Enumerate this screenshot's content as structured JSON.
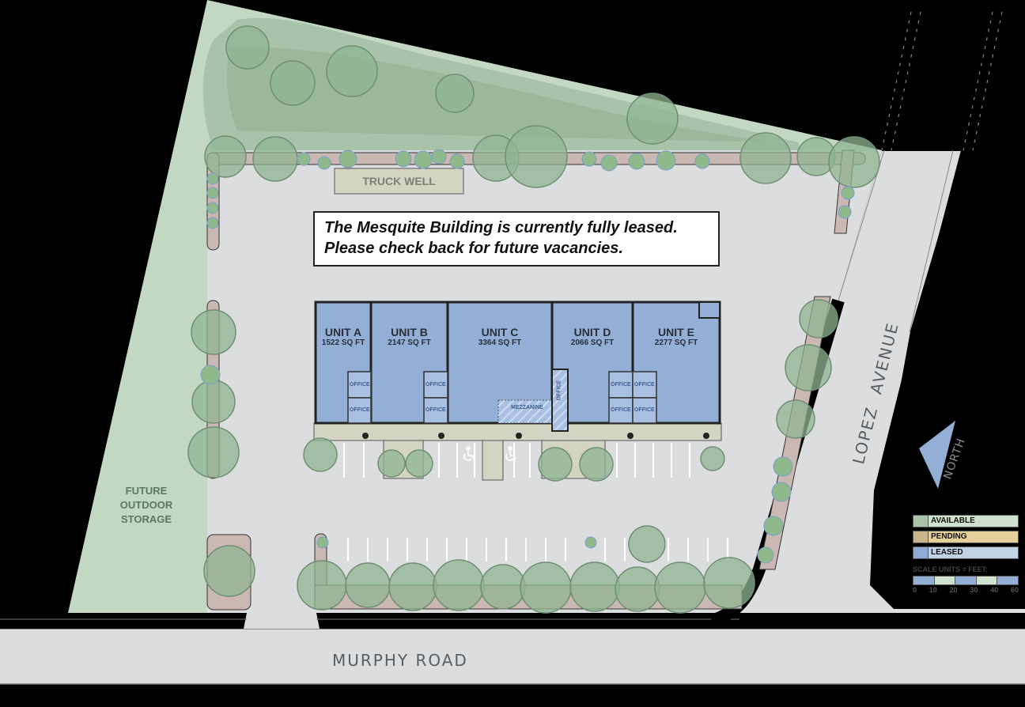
{
  "notice": {
    "line1": "The Mesquite Building is currently fully leased.",
    "line2": "Please check back for future vacancies."
  },
  "labels": {
    "truck_well": "TRUCK WELL",
    "future_storage": [
      "FUTURE",
      "OUTDOOR",
      "STORAGE"
    ],
    "mezzanine": "MEZZANINE",
    "office": "OFFICE"
  },
  "units": [
    {
      "name": "UNIT A",
      "size": "1522 SQ FT",
      "status": "leased"
    },
    {
      "name": "UNIT B",
      "size": "2147 SQ FT",
      "status": "leased"
    },
    {
      "name": "UNIT C",
      "size": "3364 SQ FT",
      "status": "leased"
    },
    {
      "name": "UNIT D",
      "size": "2066 SQ FT",
      "status": "leased"
    },
    {
      "name": "UNIT E",
      "size": "2277 SQ FT",
      "status": "leased"
    }
  ],
  "streets": {
    "south": "MURPHY  ROAD",
    "east": "LOPEZ  AVENUE"
  },
  "compass": {
    "label": "NORTH"
  },
  "legend": {
    "items": [
      {
        "label": "AVAILABLE",
        "swatch": "#a9c4a8",
        "fill": "#cfe1cf"
      },
      {
        "label": "PENDING",
        "swatch": "#c9b48c",
        "fill": "#e5cf9b"
      },
      {
        "label": "LEASED",
        "swatch": "#8eacd6",
        "fill": "#c1d3e6"
      }
    ],
    "scale_title": "SCALE UNITS = FEET:",
    "scale_ticks": [
      "0",
      "10",
      "20",
      "30",
      "40",
      "60"
    ]
  },
  "colors": {
    "leased": "#93afd6",
    "grass": "#c2d8c3",
    "pavement": "#dcdddf",
    "sidewalk": "#d3d4c2",
    "planter": "#cbb8b3"
  }
}
